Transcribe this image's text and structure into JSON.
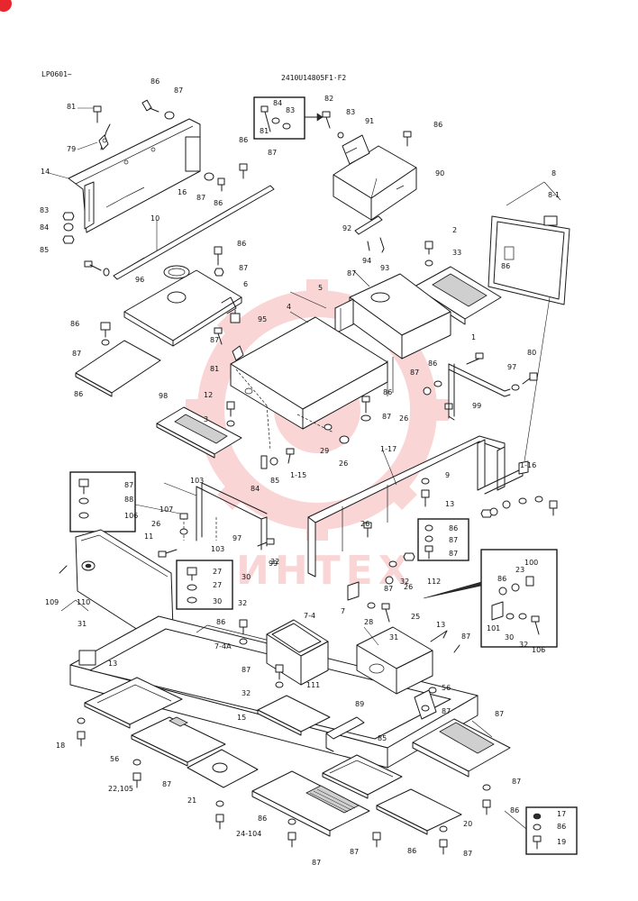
{
  "header": {
    "left_code": "LP0601~",
    "center_code": "2410U14805F1·F2",
    "corner_mark_color": "#e8262d"
  },
  "watermark": {
    "text": "ИНТЕХ",
    "color": "#f08a8a",
    "icon": "gear-logo-icon"
  },
  "colors": {
    "line": "#1a1a1a",
    "background": "#ffffff"
  },
  "callouts": [
    "86",
    "87",
    "81",
    "79",
    "14",
    "16",
    "87",
    "86",
    "84",
    "83",
    "81",
    "82",
    "83",
    "91",
    "86",
    "90",
    "83",
    "84",
    "85",
    "86",
    "87",
    "10",
    "86",
    "87",
    "96",
    "6",
    "95",
    "92",
    "94",
    "93",
    "8",
    "8-1",
    "86",
    "87",
    "86",
    "87",
    "5",
    "2",
    "33",
    "86",
    "87",
    "4",
    "81",
    "1",
    "80",
    "97",
    "86",
    "87",
    "99",
    "98",
    "12",
    "3",
    "86",
    "87",
    "26",
    "29",
    "26",
    "84",
    "85",
    "1-15",
    "1-17",
    "1-16",
    "9",
    "13",
    "87",
    "88",
    "106",
    "107",
    "103",
    "26",
    "11",
    "103",
    "97",
    "99",
    "26",
    "87",
    "26",
    "30",
    "32",
    "86",
    "87",
    "87",
    "32",
    "112",
    "27",
    "27",
    "30",
    "32",
    "109",
    "110",
    "31",
    "86",
    "7-4A",
    "7-4",
    "7",
    "28",
    "31",
    "25",
    "13",
    "87",
    "86",
    "23",
    "100",
    "101",
    "30",
    "32",
    "106",
    "13",
    "87",
    "32",
    "111",
    "89",
    "56",
    "87",
    "18",
    "15",
    "87",
    "56",
    "87",
    "85",
    "22,105",
    "21",
    "87",
    "86",
    "24-104",
    "20",
    "87",
    "87",
    "86",
    "87",
    "86",
    "17",
    "86",
    "19",
    "87",
    "86",
    "85",
    "87",
    "32",
    "111"
  ]
}
